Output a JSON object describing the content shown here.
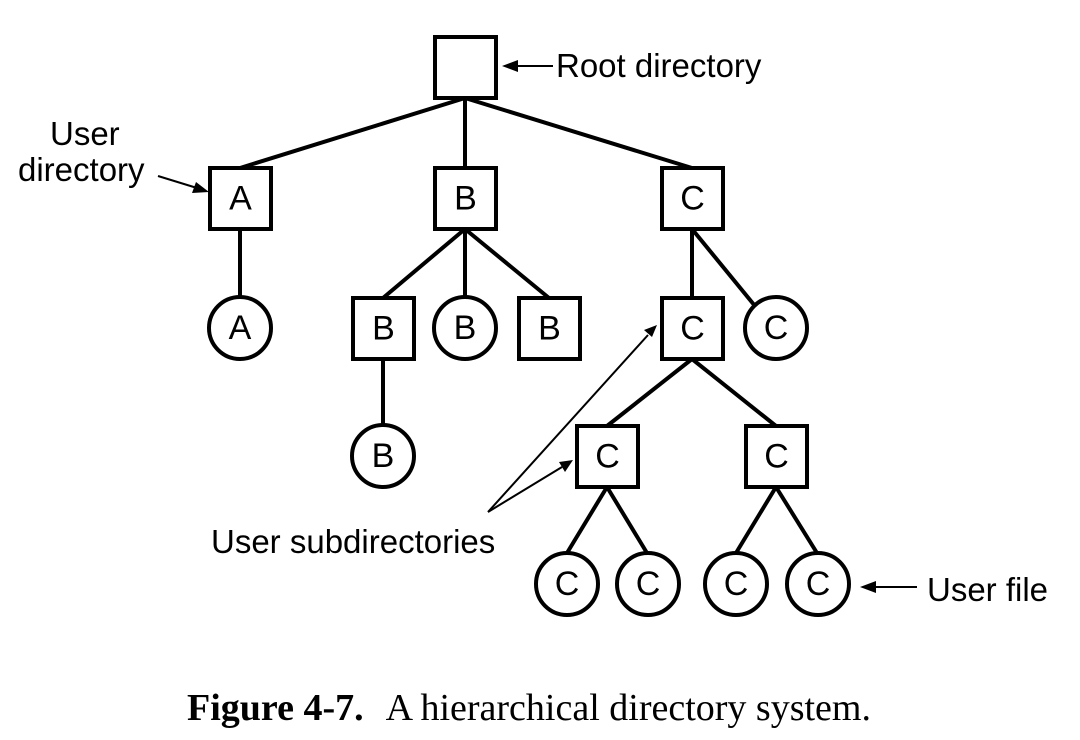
{
  "diagram": {
    "callouts": {
      "root": "Root directory",
      "user_directory_line1": "User",
      "user_directory_line2": "directory",
      "user_subdirectories": "User subdirectories",
      "user_file": "User file"
    },
    "nodes": {
      "dir_a": "A",
      "dir_b": "B",
      "dir_c": "C",
      "file_a": "A",
      "subdir_b": "B",
      "file_b1": "B",
      "dir_b2": "B",
      "file_b2": "B",
      "subdir_c": "C",
      "file_c1": "C",
      "subdir_c1": "C",
      "subdir_c2": "C",
      "file_c2": "C",
      "file_c3": "C",
      "file_c4": "C",
      "file_c5": "C"
    }
  },
  "caption": {
    "label": "Figure 4-7.",
    "text": "A hierarchical directory system."
  }
}
